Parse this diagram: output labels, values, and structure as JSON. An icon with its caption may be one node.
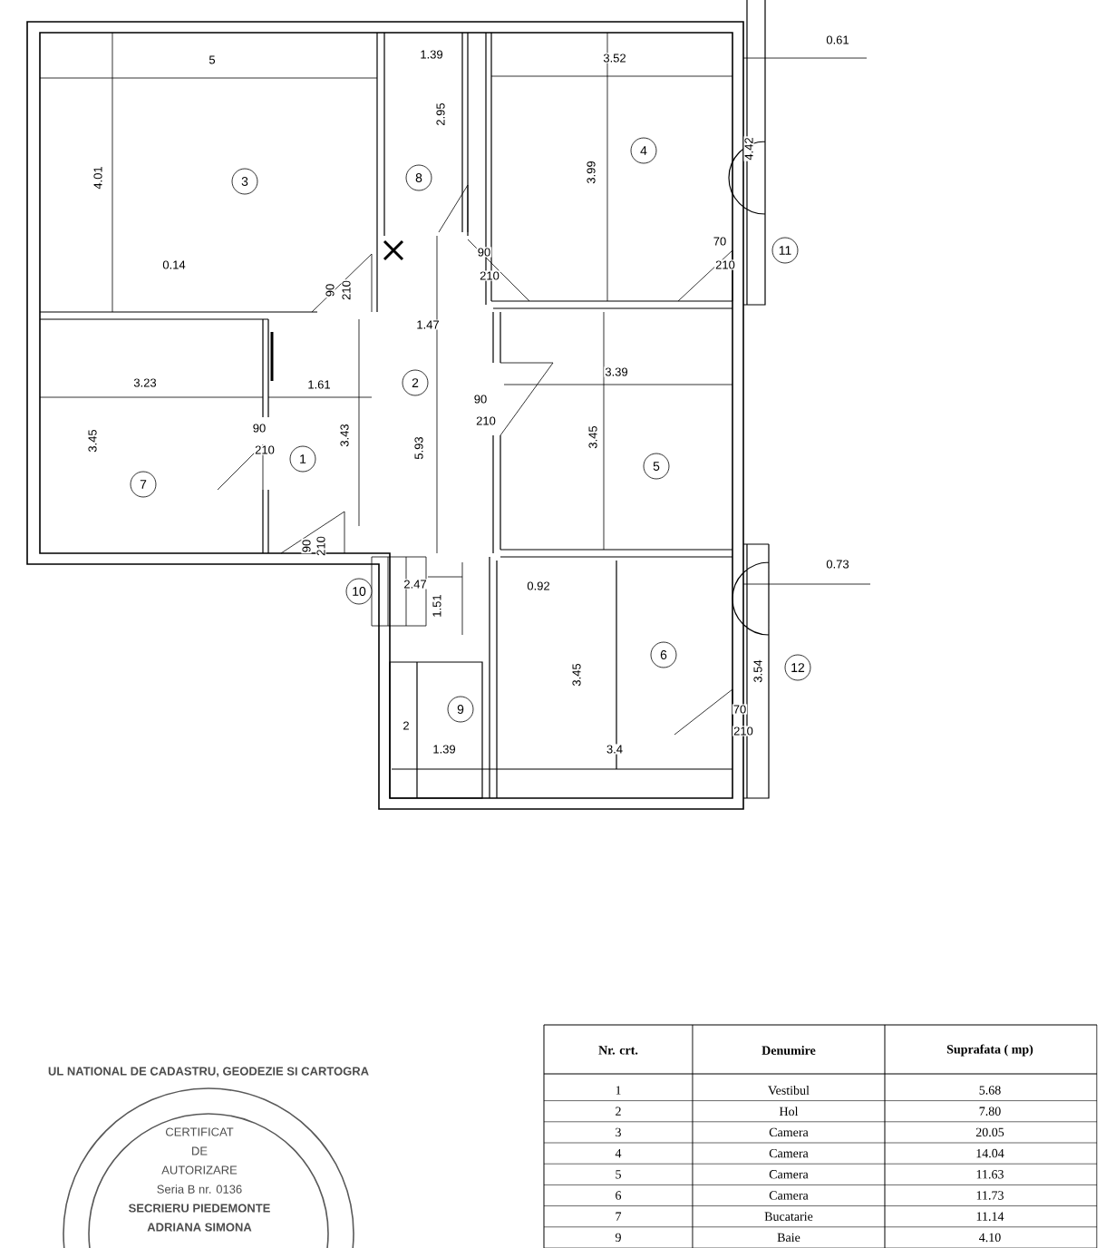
{
  "diagram": {
    "nodes": [
      {
        "text": [
          "3"
        ]
      },
      {
        "text": [
          "8"
        ]
      },
      {
        "text": [
          "4"
        ]
      },
      {
        "text": [
          "11"
        ]
      },
      {
        "text": [
          "2"
        ]
      },
      {
        "text": [
          "1"
        ]
      },
      {
        "text": [
          "7"
        ]
      },
      {
        "text": [
          "5"
        ]
      },
      {
        "text": [
          "10"
        ]
      },
      {
        "text": [
          "6"
        ]
      },
      {
        "text": [
          "12"
        ]
      },
      {
        "text": [
          "9"
        ]
      }
    ],
    "labels": [
      "5",
      "1.39",
      "3.52",
      "0.61",
      "2.95",
      "4.01",
      "3.99",
      "4.42",
      "90",
      "210",
      "70",
      "210",
      "90",
      "210",
      "0.14",
      "1.47",
      "3.23",
      "1.61",
      "3.39",
      "90",
      "210",
      "3.45",
      "90",
      "210",
      "3.43",
      "5.93",
      "3.45",
      "90",
      "210",
      "0.73",
      "2.47",
      "0.92",
      "1.51",
      "3.45",
      "3.54",
      "70",
      "210",
      "2",
      "1.39",
      "3.4",
      "Nr. crt.",
      "Denumire",
      "Suprafata ( mp)",
      "1",
      "Vestibul",
      "5.68",
      "2",
      "Hol",
      "7.80",
      "3",
      "Camera",
      "20.05",
      "4",
      "Camera",
      "14.04",
      "5",
      "Camera",
      "11.63",
      "6",
      "Camera",
      "11.73",
      "7",
      "Bucatarie",
      "11.14",
      "9",
      "Baie",
      "4.10",
      "UL NATIONAL DE CADASTRU, GEODEZIE SI CARTOGRA",
      "CERTIFICAT",
      "DE",
      "AUTORIZARE",
      "Seria B nr. 0136",
      "SECRIERU PIEDEMONTE",
      "ADRIANA SIMONA"
    ]
  }
}
